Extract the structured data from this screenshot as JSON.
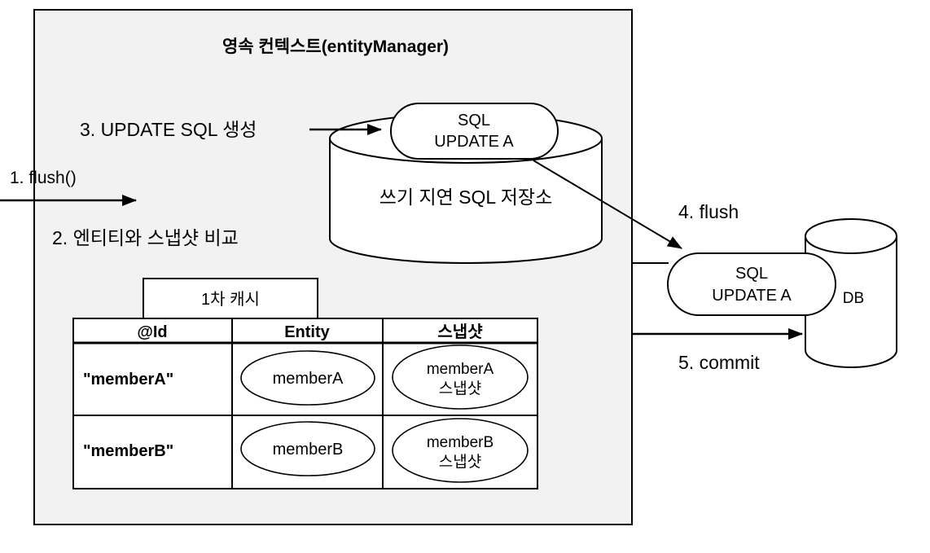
{
  "diagram": {
    "container_title": "영속 컨텍스트(entityManager)",
    "steps": {
      "step1": "1. flush()",
      "step2": "2. 엔티티와 스냅샷 비교",
      "step3": "3. UPDATE SQL 생성",
      "step4": "4. flush",
      "step5": "5. commit"
    },
    "sql_store": {
      "label": "쓰기 지연 SQL 저장소",
      "sql_box_line1": "SQL",
      "sql_box_line2": "UPDATE A"
    },
    "db": {
      "label": "DB",
      "sql_box_line1": "SQL",
      "sql_box_line2": "UPDATE A"
    },
    "cache": {
      "title": "1차 캐시",
      "columns": [
        "@Id",
        "Entity",
        "스냅샷"
      ],
      "rows": [
        {
          "id": "\"memberA\"",
          "entity": "memberA",
          "snapshot_line1": "memberA",
          "snapshot_line2": "스냅샷"
        },
        {
          "id": "\"memberB\"",
          "entity": "memberB",
          "snapshot_line1": "memberB",
          "snapshot_line2": "스냅샷"
        }
      ]
    },
    "colors": {
      "stroke": "#000000",
      "container_fill": "#f2f2f2",
      "shape_fill": "#ffffff",
      "text_color": "#000000"
    }
  }
}
